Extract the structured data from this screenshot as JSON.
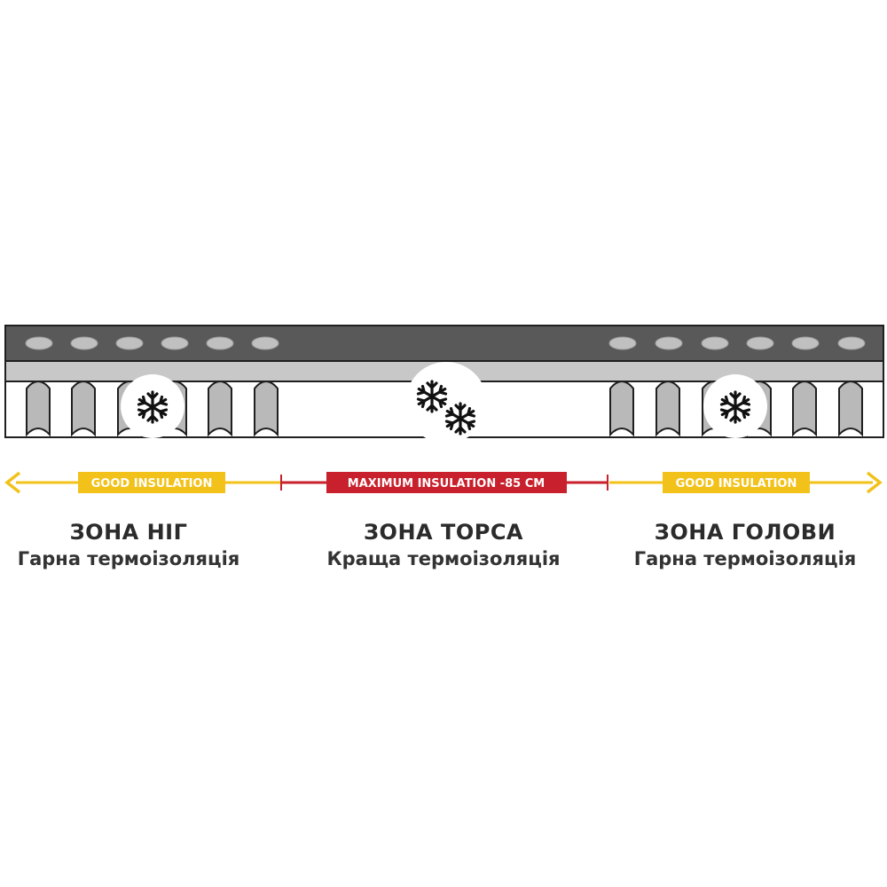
{
  "colors": {
    "top_layer": "#595959",
    "mid_layer": "#c8c8c8",
    "tube_fill": "#b9b9b9",
    "tube_edge": "#1f1f1f",
    "good_insulation": "#f2c21a",
    "maximum_insulation": "#c8202c",
    "snow_badge": "#ffffff"
  },
  "icons": {
    "snowflake": "snowflake-icon"
  },
  "scale": {
    "left": {
      "label": "GOOD INSULATION"
    },
    "center": {
      "label": "MAXIMUM INSULATION -85 CM"
    },
    "right": {
      "label": "GOOD INSULATION"
    }
  },
  "zones": [
    {
      "title": "ЗОНА НІГ",
      "subtitle": "Гарна термоізоляція"
    },
    {
      "title": "ЗОНА ТОРСА",
      "subtitle": "Краща термоізоляція"
    },
    {
      "title": "ЗОНА ГОЛОВИ",
      "subtitle": "Гарна термоізоляція"
    }
  ]
}
